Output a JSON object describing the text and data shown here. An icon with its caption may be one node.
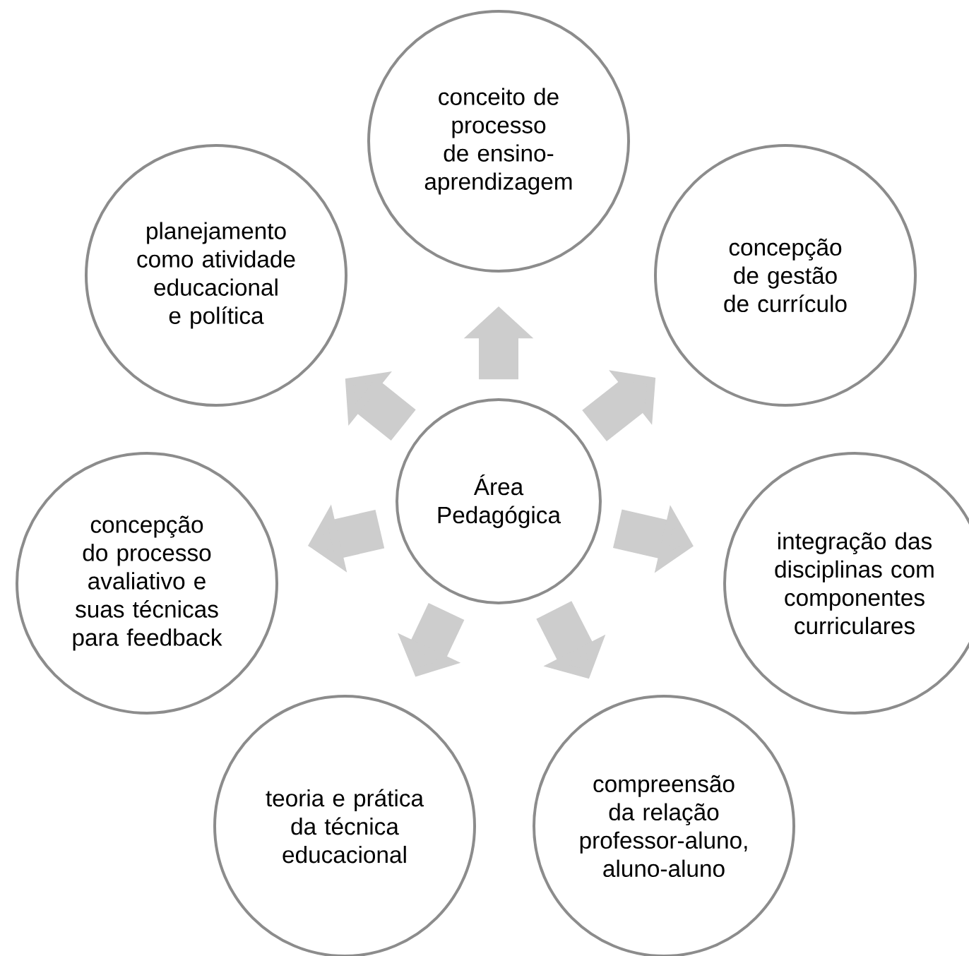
{
  "diagram": {
    "nodes": [
      {
        "text": [
          "Área Pedagógica"
        ]
      },
      {
        "text": [
          "conceito de processo de ensino-aprendizagem"
        ]
      },
      {
        "text": [
          "concepção de gestão de currículo"
        ]
      },
      {
        "text": [
          "integração das disciplinas com componentes curriculares"
        ]
      },
      {
        "text": [
          "compreensão da relação professor-aluno, aluno-aluno"
        ]
      },
      {
        "text": [
          "teoria e prática da técnica educacional"
        ]
      },
      {
        "text": [
          "concepção do processo avaliativo e suas técnicas para feedback"
        ]
      },
      {
        "text": [
          "planejamento como atividade educacional e política"
        ]
      }
    ],
    "edges": [
      {
        "from": 0,
        "to": 1,
        "arrow": "to"
      },
      {
        "from": 0,
        "to": 2,
        "arrow": "to"
      },
      {
        "from": 0,
        "to": 3,
        "arrow": "to"
      },
      {
        "from": 0,
        "to": 4,
        "arrow": "to"
      },
      {
        "from": 0,
        "to": 5,
        "arrow": "to"
      },
      {
        "from": 0,
        "to": 6,
        "arrow": "to"
      },
      {
        "from": 0,
        "to": 7,
        "arrow": "to"
      }
    ]
  }
}
